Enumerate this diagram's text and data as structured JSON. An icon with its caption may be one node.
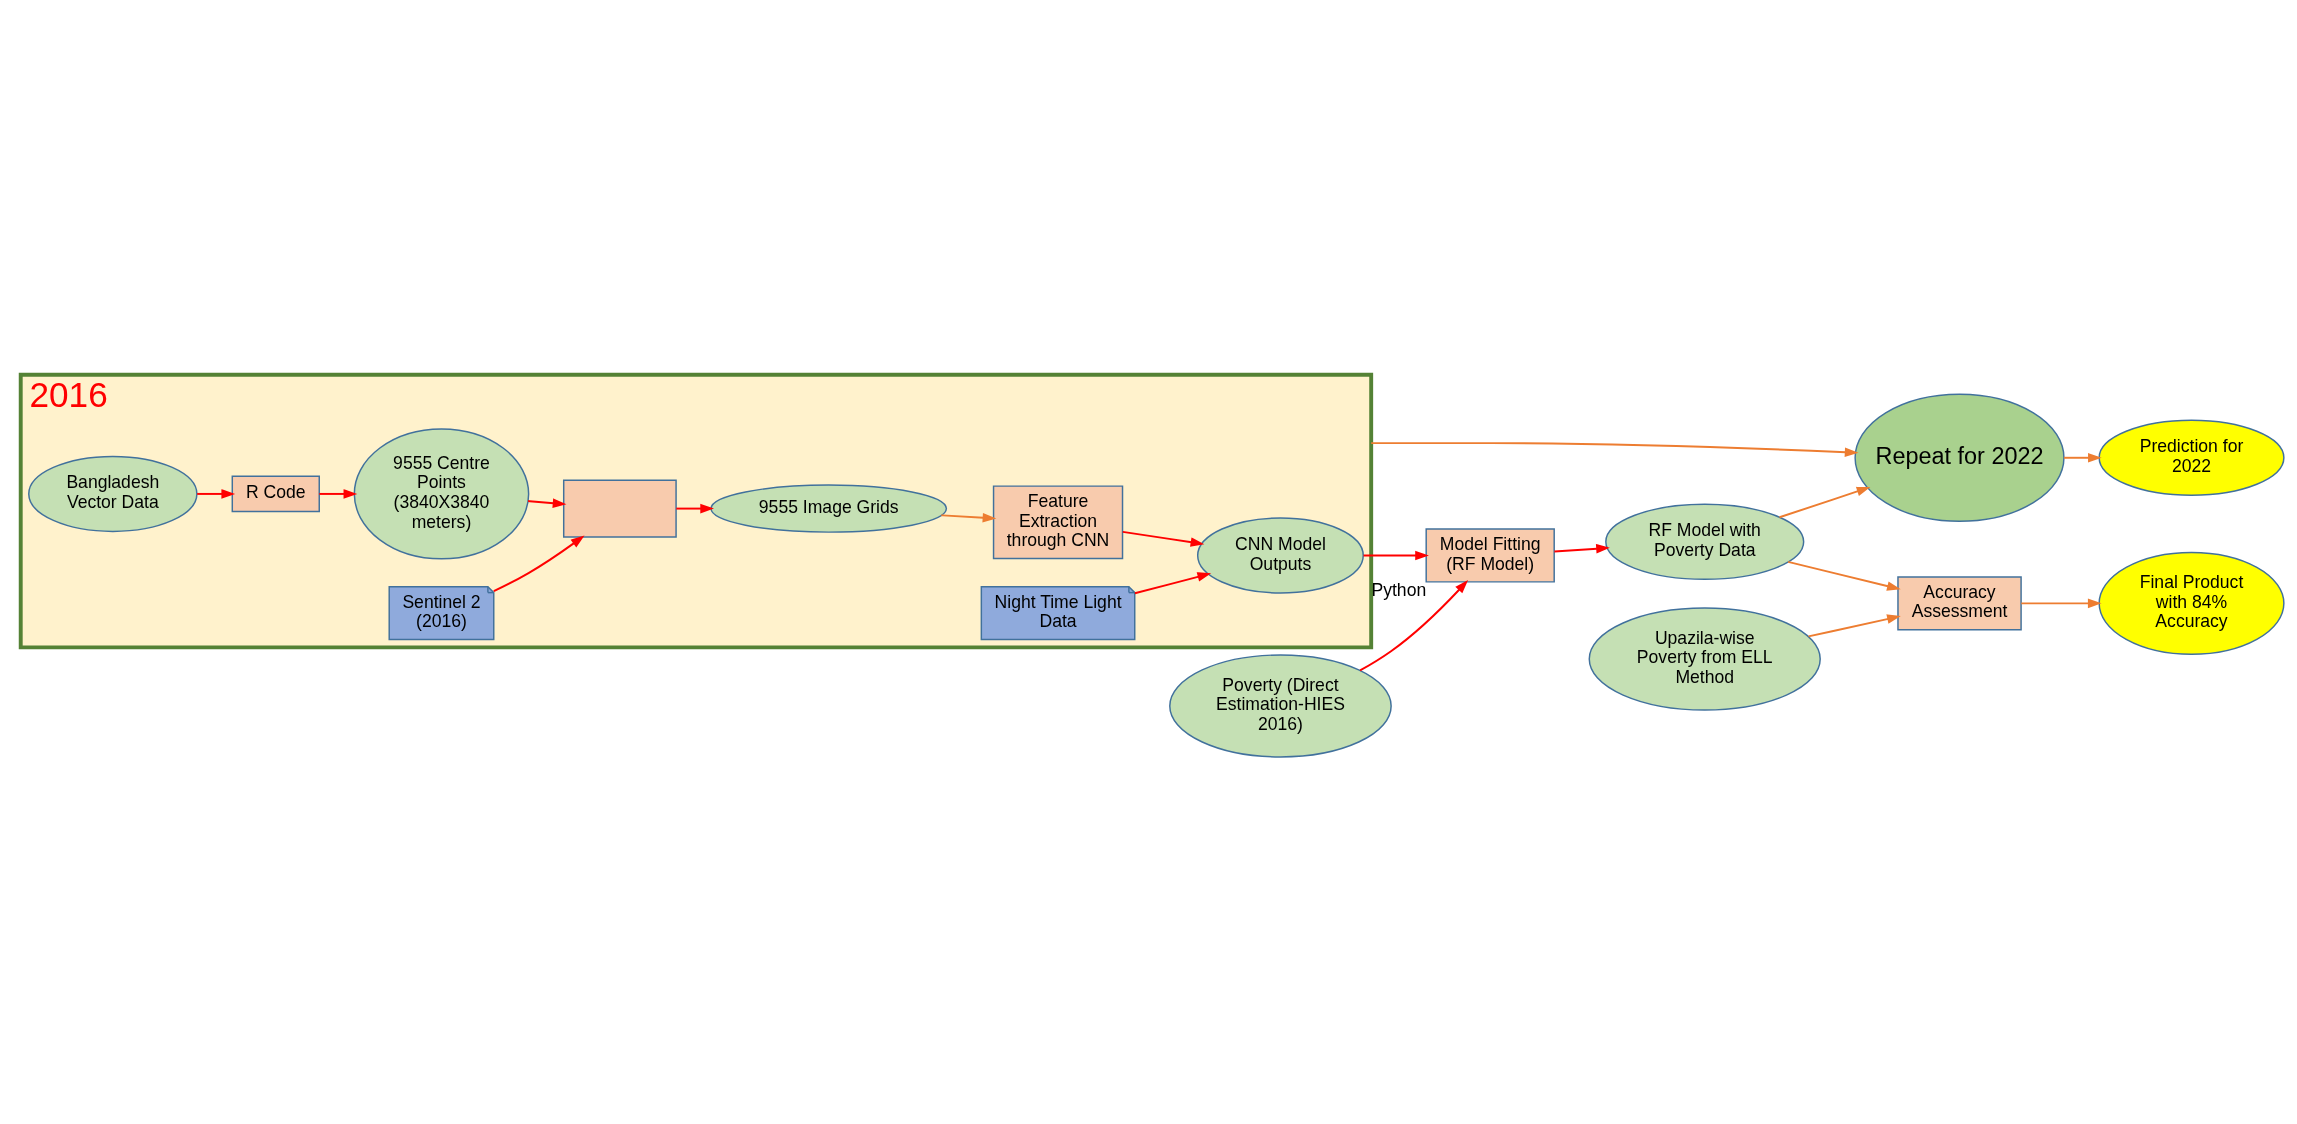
{
  "diagram": {
    "nodes": [
      {
        "text": [
          "2016"
        ]
      },
      {
        "text": [
          "Bangladesh Vector Data"
        ],
        "in": 0
      },
      {
        "text": [
          "R Code"
        ],
        "in": 0
      },
      {
        "text": [
          "9555 Centre Points (3840X3840 meters)"
        ],
        "in": 0
      },
      {
        "text": [],
        "shape": "box",
        "in": 0
      },
      {
        "text": [
          "Sentinel 2 (2016)"
        ],
        "in": 0
      },
      {
        "text": [
          "Night Time Light Data"
        ],
        "in": 0
      },
      {
        "text": [
          "CNN Model Outputs"
        ],
        "in": 0
      },
      {
        "text": [
          "Feature Extraction through CNN"
        ],
        "in": 0
      },
      {
        "text": [
          "9555 Image Grids"
        ],
        "in": 0
      },
      {
        "text": [
          "Poverty (Direct Estimation-HIES 2016)"
        ]
      },
      {
        "text": [
          "Model Fitting (RF Model)"
        ],
        "beside": [
          "Python"
        ]
      },
      {
        "text": [
          "RF Model with Poverty Data"
        ]
      },
      {
        "text": [
          "Repeat for 2022"
        ]
      },
      {
        "text": [
          "Prediction for 2022"
        ]
      },
      {
        "text": [
          "Upazila-wise Poverty from ELL Method"
        ]
      },
      {
        "text": [
          "Accuracy Assessment"
        ]
      },
      {
        "text": [
          "Final Product with 84% Accuracy"
        ]
      }
    ],
    "edges": [
      {
        "from": 1,
        "to": 2,
        "arrow": "to"
      },
      {
        "from": 2,
        "to": 3,
        "arrow": "to"
      },
      {
        "from": 3,
        "to": 4,
        "arrow": "to"
      },
      {
        "from": 5,
        "to": 4,
        "arrow": "to"
      },
      {
        "from": 4,
        "to": 9,
        "arrow": "to"
      },
      {
        "from": 9,
        "to": 8,
        "arrow": "to",
        "color": "#ed7d31"
      },
      {
        "from": 8,
        "to": 7,
        "arrow": "to"
      },
      {
        "from": 6,
        "to": 7,
        "arrow": "to"
      },
      {
        "from": 7,
        "to": 11,
        "arrow": "to"
      },
      {
        "from": 10,
        "to": 11,
        "arrow": "to"
      },
      {
        "from": 11,
        "to": 12,
        "arrow": "to"
      },
      {
        "from": 12,
        "to": 13,
        "arrow": "to",
        "color": "#ed7d31"
      },
      {
        "from": 0,
        "to": 13,
        "arrow": "to",
        "color": "#ed7d31"
      },
      {
        "from": 13,
        "to": 14,
        "arrow": "to",
        "color": "#ed7d31"
      },
      {
        "from": 12,
        "to": 16,
        "arrow": "to",
        "color": "#ed7d31"
      },
      {
        "from": 15,
        "to": 16,
        "arrow": "to",
        "color": "#ed7d31"
      },
      {
        "from": 16,
        "to": 17,
        "arrow": "to",
        "color": "#ed7d31"
      }
    ]
  }
}
